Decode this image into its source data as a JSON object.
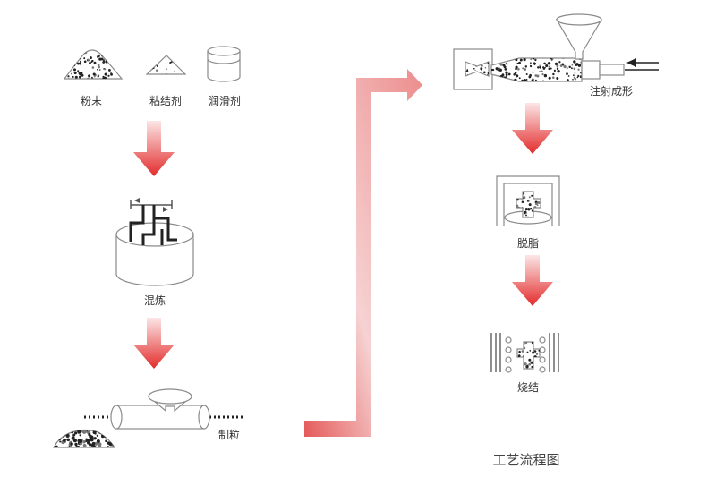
{
  "materials": {
    "powder": "粉末",
    "binder": "粘结剂",
    "lubricant": "润滑剂"
  },
  "steps": {
    "mixing": "混炼",
    "granulation": "制粒",
    "injection": "注射成形",
    "debinding": "脱脂",
    "sintering": "烧结"
  },
  "title": "工艺流程图",
  "colors": {
    "arrow_red": "#e32b2b",
    "arrow_light": "#fce6e6",
    "flow_red": "#e45a5a",
    "flow_light": "#f6d2d2",
    "flow_mid": "#ec8c8c",
    "speckle": "#222222"
  }
}
